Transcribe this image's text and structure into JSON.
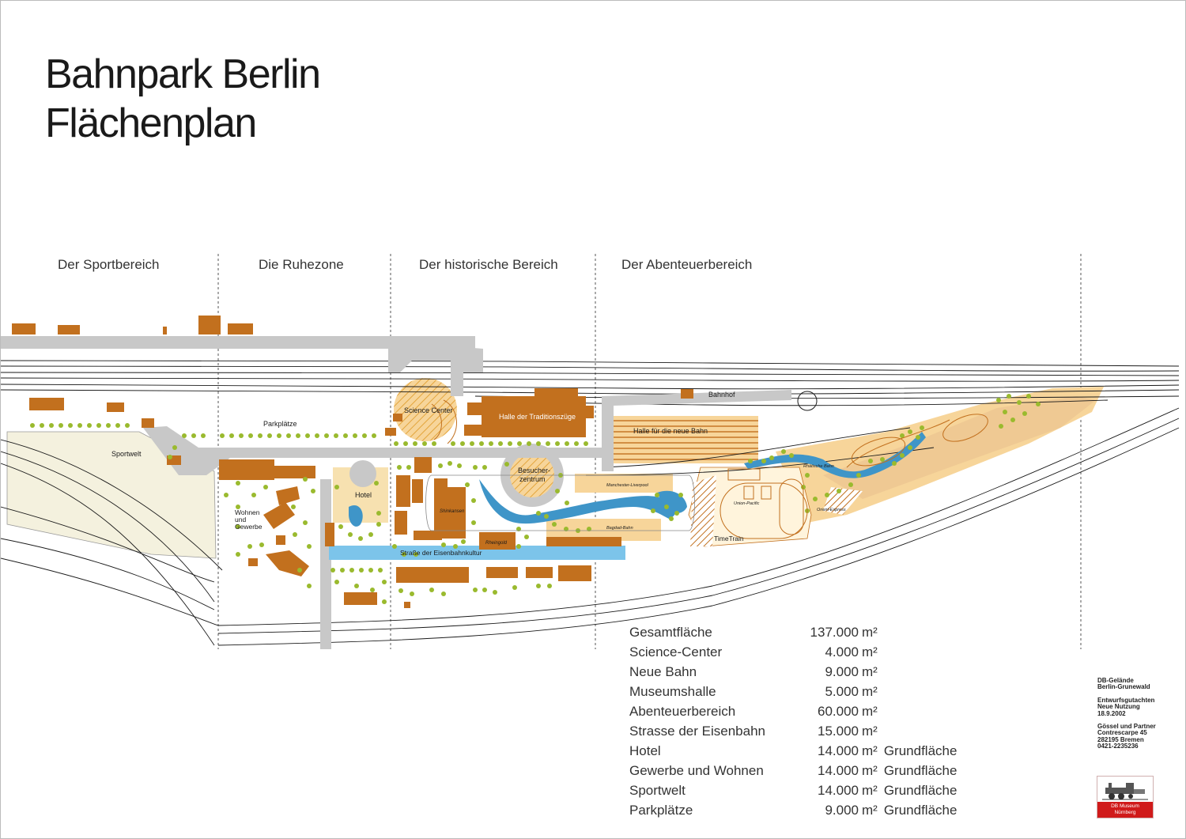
{
  "title": {
    "line1": "Bahnpark Berlin",
    "line2": "Flächenplan"
  },
  "zones": [
    {
      "label": "Der Sportbereich"
    },
    {
      "label": "Die Ruhezone"
    },
    {
      "label": "Der historische Bereich"
    },
    {
      "label": "Der Abenteuerbereich"
    }
  ],
  "map_labels": {
    "sportwelt": "Sportwelt",
    "parkplaetze": "Parkplätze",
    "science_center": "Science Center",
    "halle_tradition": "Halle der Traditionszüge",
    "bahnhof": "Bahnhof",
    "halle_neue_bahn": "Halle für die neue Bahn",
    "besucherzentrum_1": "Besucher-",
    "besucherzentrum_2": "zentrum",
    "hotel": "Hotel",
    "wohnen_1": "Wohnen",
    "wohnen_2": "und",
    "wohnen_3": "Gewerbe",
    "shinkansen": "Shinkansen",
    "rheingold": "Rheingold",
    "strasse": "Straße der Eisenbahnkultur",
    "manchester": "Manchester-Liverpool",
    "bagdad": "Bagdad-Bahn",
    "union_pacific": "Union-Pacific",
    "timetrain": "TimeTrain",
    "orient": "Orient-Express",
    "rhaetische": "Rhätische Bahn"
  },
  "stats": [
    {
      "label": "Gesamtfläche",
      "value": "137.000",
      "unit": "m²",
      "note": ""
    },
    {
      "label": "Science-Center",
      "value": "4.000",
      "unit": "m²",
      "note": ""
    },
    {
      "label": "Neue Bahn",
      "value": "9.000",
      "unit": "m²",
      "note": ""
    },
    {
      "label": "Museumshalle",
      "value": "5.000",
      "unit": "m²",
      "note": ""
    },
    {
      "label": "Abenteuerbereich",
      "value": "60.000",
      "unit": "m²",
      "note": ""
    },
    {
      "label": "Strasse der Eisenbahn",
      "value": "15.000",
      "unit": "m²",
      "note": ""
    },
    {
      "label": "Hotel",
      "value": "14.000",
      "unit": "m²",
      "note": "Grundfläche"
    },
    {
      "label": "Gewerbe und Wohnen",
      "value": "14.000",
      "unit": "m²",
      "note": "Grundfläche"
    },
    {
      "label": "Sportwelt",
      "value": "14.000",
      "unit": "m²",
      "note": "Grundfläche"
    },
    {
      "label": "Parkplätze",
      "value": "9.000",
      "unit": "m²",
      "note": "Grundfläche"
    }
  ],
  "sidebar": {
    "block1": [
      "DB-Gelände",
      "Berlin-Grunewald"
    ],
    "block2": [
      "Entwurfsgutachten",
      "Neue Nutzung",
      "18.9.2002"
    ],
    "block3": [
      "Gössel und Partner",
      "Contrescarpe 45",
      "282195 Bremen",
      "0421-2235236"
    ],
    "logo": [
      "DB Museum",
      "Nürnberg"
    ]
  },
  "colors": {
    "building": "#c2701e",
    "road": "#c8c8c8",
    "water": "#3f95c8",
    "street_band": "#7cc4ea",
    "tree": "#9aba2e",
    "sand": "#f7d59a",
    "sportwelt": "#f4f1de",
    "logo_red": "#d01a1a"
  }
}
